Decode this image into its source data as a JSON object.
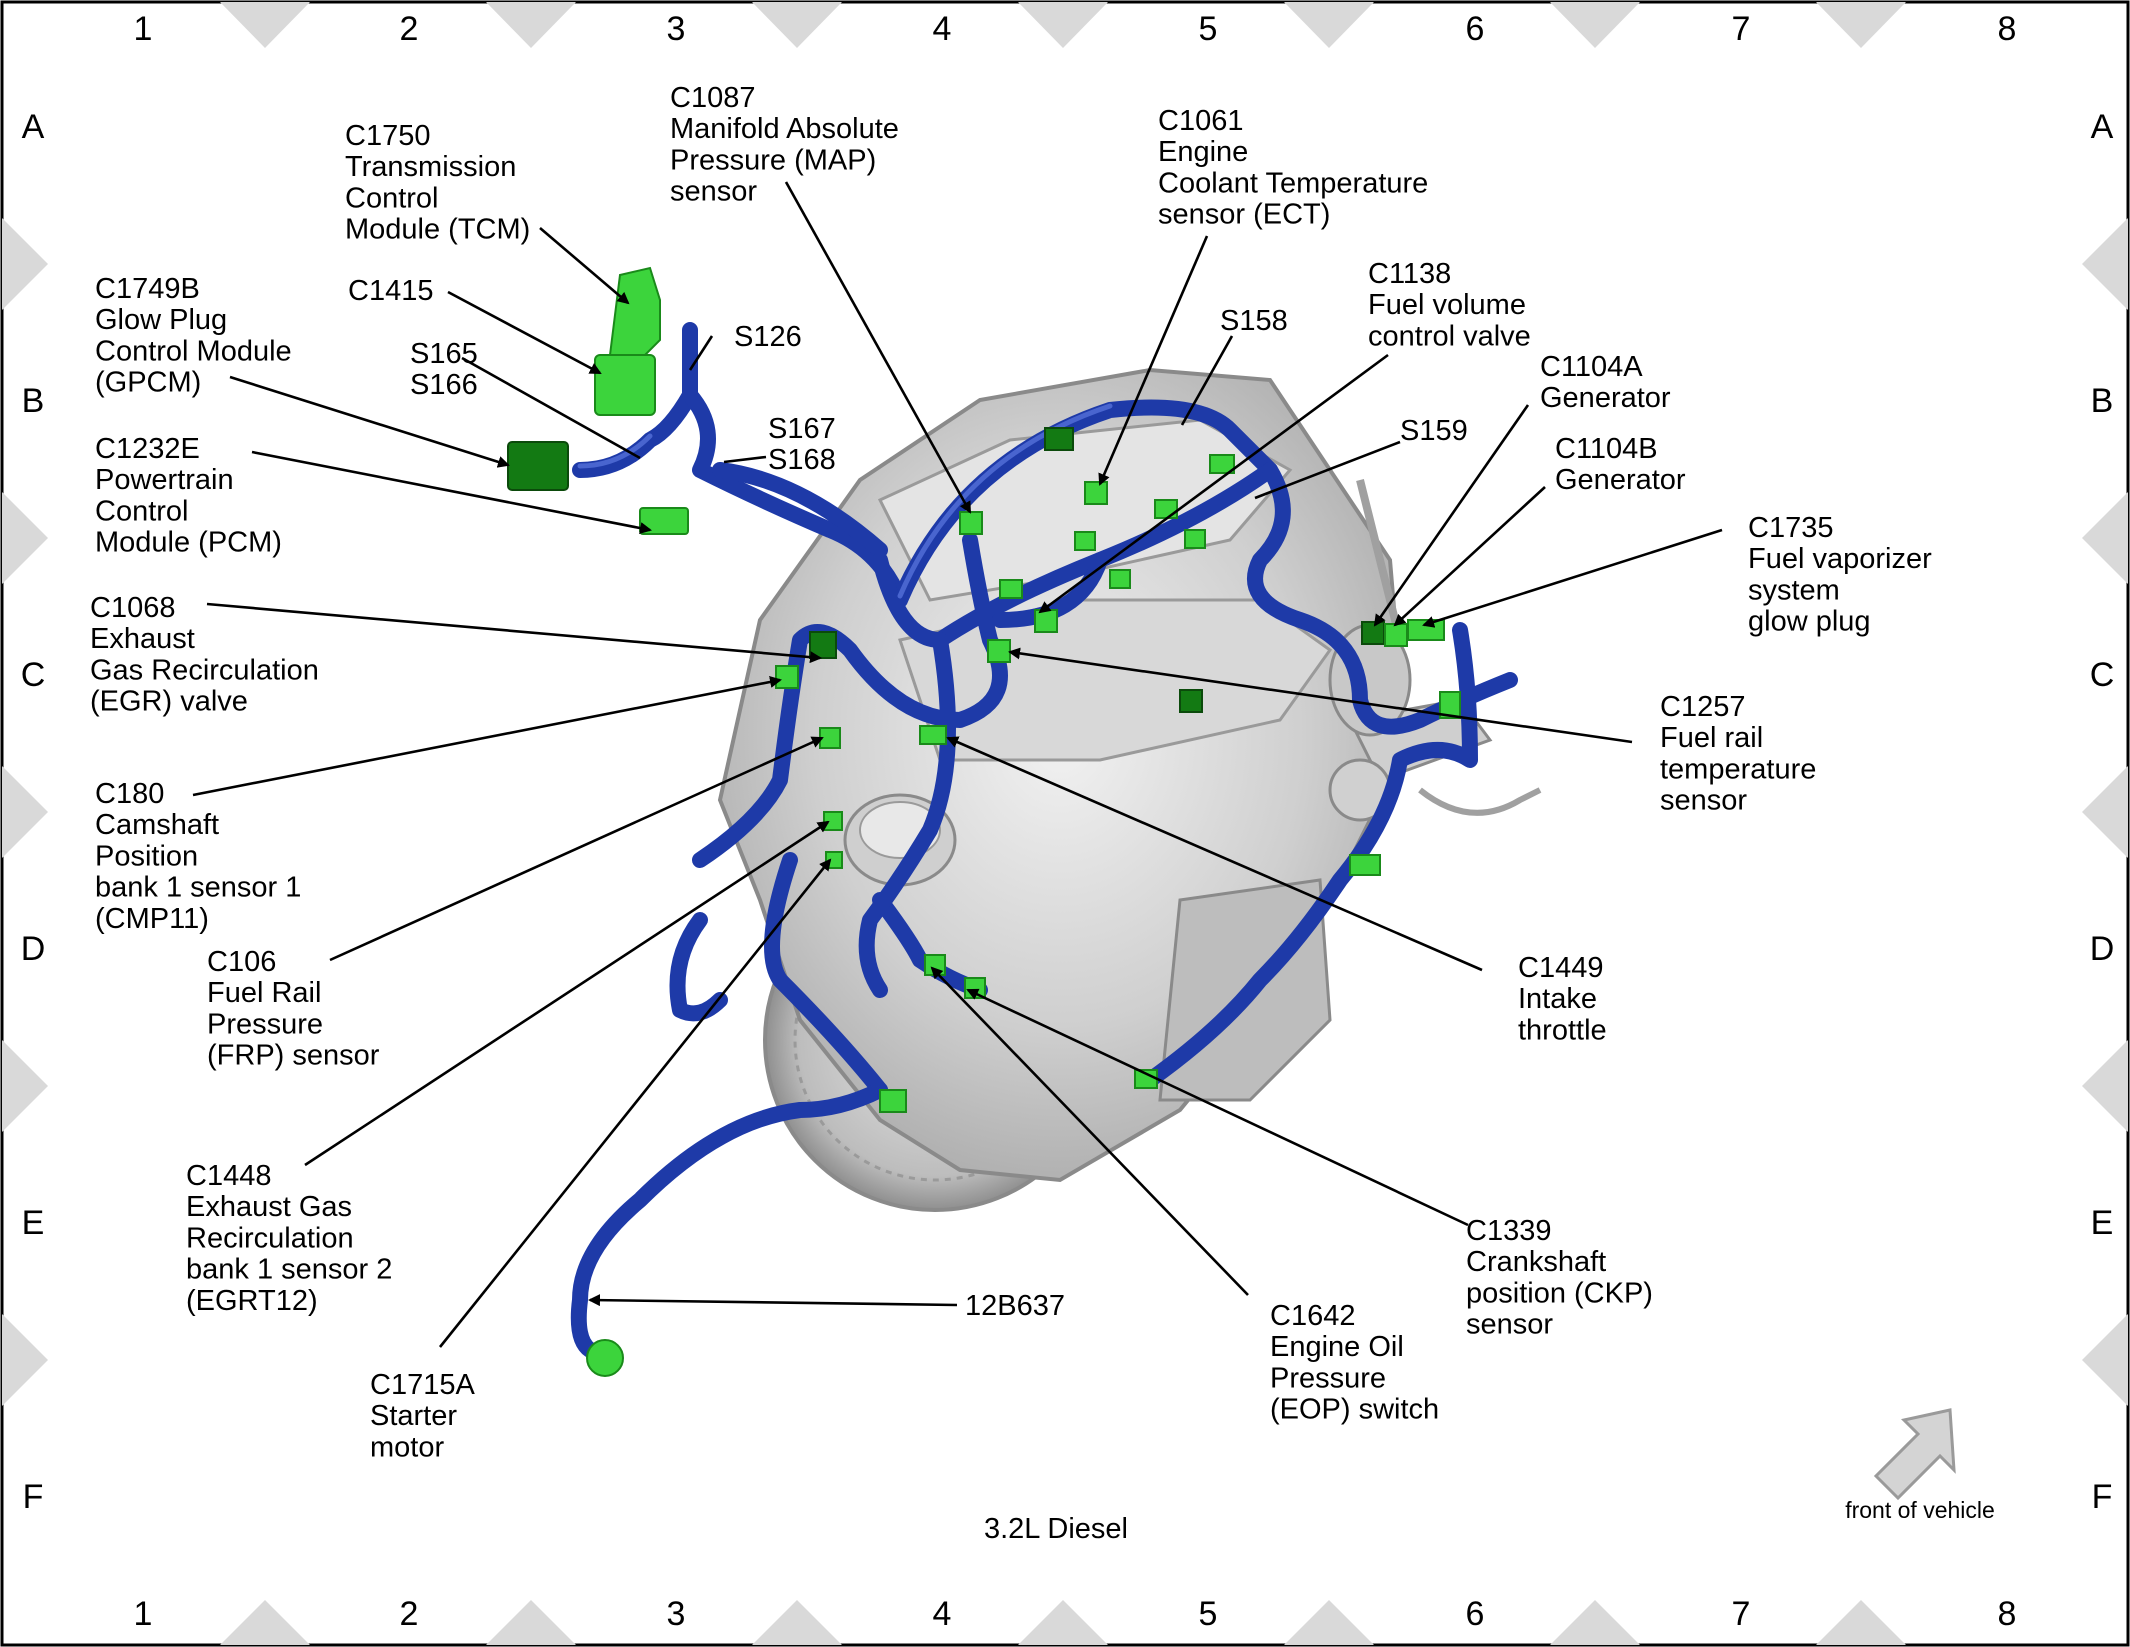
{
  "caption": "3.2L Diesel",
  "front_label": "front of vehicle",
  "grid": {
    "columns": [
      "1",
      "2",
      "3",
      "4",
      "5",
      "6",
      "7",
      "8"
    ],
    "rows": [
      "A",
      "B",
      "C",
      "D",
      "E",
      "F"
    ]
  },
  "callouts": [
    {
      "id": "c1750",
      "lines": [
        "C1750",
        "Transmission",
        "Control",
        "Module (TCM)"
      ]
    },
    {
      "id": "c1087",
      "lines": [
        "C1087",
        "Manifold Absolute",
        "Pressure (MAP)",
        "sensor"
      ]
    },
    {
      "id": "c1061",
      "lines": [
        "C1061",
        "Engine",
        "Coolant Temperature",
        "sensor (ECT)"
      ]
    },
    {
      "id": "c1138",
      "lines": [
        "C1138",
        "Fuel volume",
        "control valve"
      ]
    },
    {
      "id": "s158",
      "lines": [
        "S158"
      ]
    },
    {
      "id": "c1104a",
      "lines": [
        "C1104A",
        "Generator"
      ]
    },
    {
      "id": "c1104b",
      "lines": [
        "C1104B",
        "Generator"
      ]
    },
    {
      "id": "s159",
      "lines": [
        "S159"
      ]
    },
    {
      "id": "c1735",
      "lines": [
        "C1735",
        "Fuel vaporizer",
        "system",
        "glow plug"
      ]
    },
    {
      "id": "c1749b",
      "lines": [
        "C1749B",
        "Glow Plug",
        "Control Module",
        "(GPCM)"
      ]
    },
    {
      "id": "c1415",
      "lines": [
        "C1415"
      ]
    },
    {
      "id": "s126",
      "lines": [
        "S126"
      ]
    },
    {
      "id": "s165",
      "lines": [
        "S165",
        "S166"
      ]
    },
    {
      "id": "s167",
      "lines": [
        "S167",
        "S168"
      ]
    },
    {
      "id": "c1232e",
      "lines": [
        "C1232E",
        "Powertrain",
        "Control",
        "Module (PCM)"
      ]
    },
    {
      "id": "c1068",
      "lines": [
        "C1068",
        "Exhaust",
        "Gas Recirculation",
        "(EGR) valve"
      ]
    },
    {
      "id": "c1257",
      "lines": [
        "C1257",
        "Fuel rail",
        "temperature",
        "sensor"
      ]
    },
    {
      "id": "c180",
      "lines": [
        "C180",
        "Camshaft",
        "Position",
        "bank 1 sensor 1",
        "(CMP11)"
      ]
    },
    {
      "id": "c106",
      "lines": [
        "C106",
        "Fuel Rail",
        "Pressure",
        "(FRP) sensor"
      ]
    },
    {
      "id": "c1449",
      "lines": [
        "C1449",
        "Intake",
        "throttle"
      ]
    },
    {
      "id": "c1448",
      "lines": [
        "C1448",
        "Exhaust Gas",
        "Recirculation",
        "bank 1 sensor 2",
        "(EGRT12)"
      ]
    },
    {
      "id": "c1339",
      "lines": [
        "C1339",
        "Crankshaft",
        "position (CKP)",
        "sensor"
      ]
    },
    {
      "id": "p12b637",
      "lines": [
        "12B637"
      ]
    },
    {
      "id": "c1642",
      "lines": [
        "C1642",
        "Engine Oil",
        "Pressure",
        "(EOP) switch"
      ]
    },
    {
      "id": "c1715a",
      "lines": [
        "C1715A",
        "Starter",
        "motor"
      ]
    }
  ]
}
